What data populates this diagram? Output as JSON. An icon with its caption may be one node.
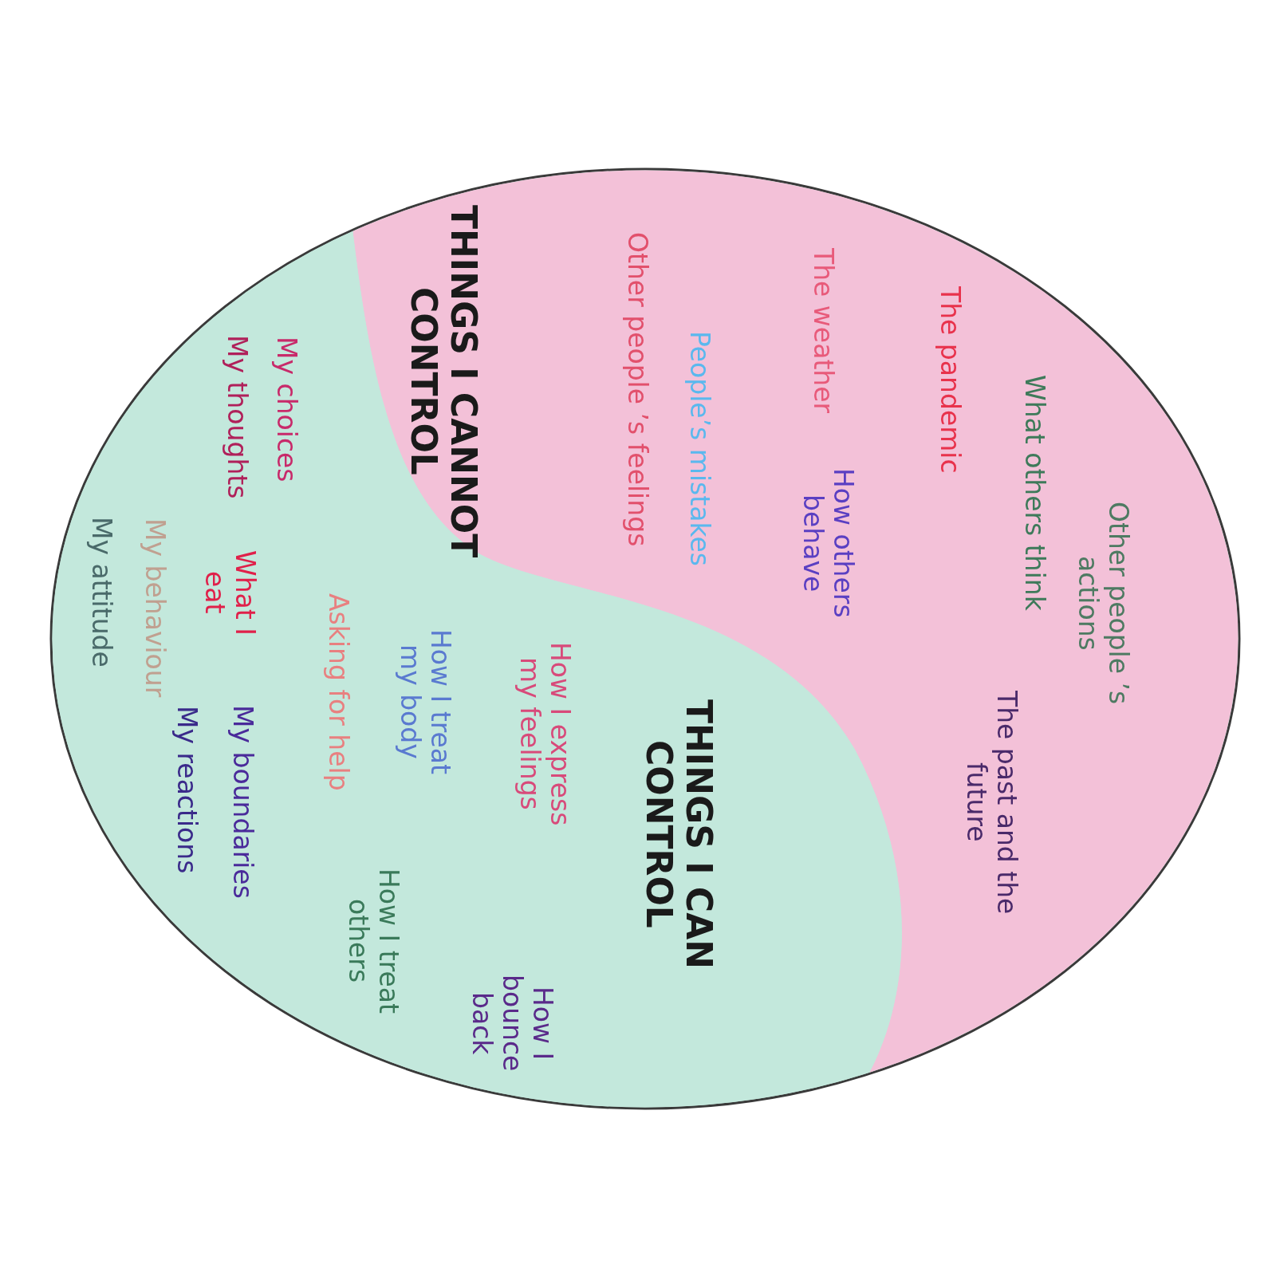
{
  "diagram": {
    "nodes": [
      {
        "text": [],
        "shape": "circle"
      },
      {
        "text": [
          "THINGS I CANNOT CONTROL",
          "Other people ’s feelings",
          "People’s mistakes",
          "The weather",
          "The pandemic",
          "How others behave",
          "What others think",
          "Other people ’s actions",
          "The past and the future"
        ],
        "in": 0
      },
      {
        "text": [
          "THINGS I CAN CONTROL",
          "How I express my feelings",
          "How I treat my body",
          "Asking for help",
          "What I eat",
          "My boundaries",
          "My reactions",
          "My choices",
          "My thoughts",
          "My behaviour",
          "My attitude",
          "How I bounce back",
          "How I treat others"
        ],
        "in": 0
      }
    ]
  }
}
